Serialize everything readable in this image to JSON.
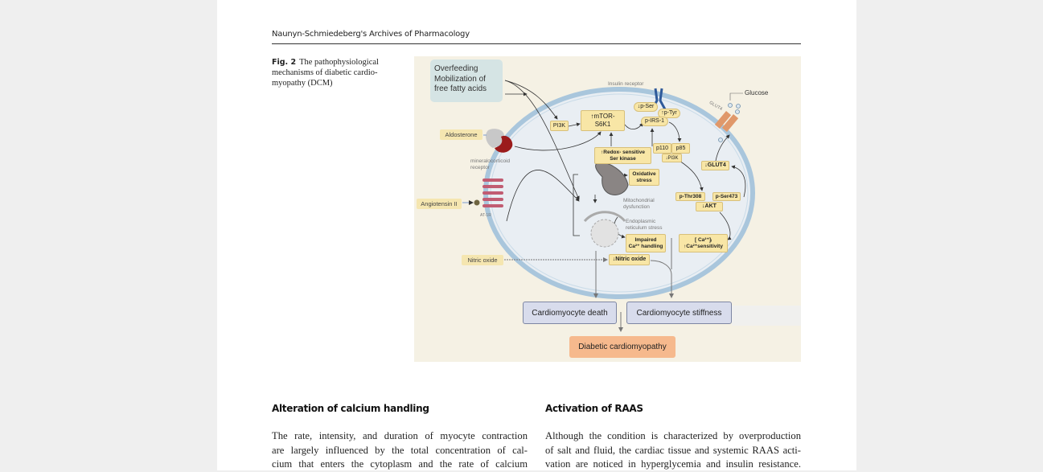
{
  "header": {
    "journal": "Naunyn-Schmiedeberg's Archives of Pharmacology"
  },
  "caption": {
    "label": "Fig. 2",
    "text": "The pathophysiological mechanisms of diabetic cardio-myopathy (DCM)"
  },
  "figure": {
    "inputs": {
      "overfeeding": "Overfeeding\nMobilization of\nfree fatty acids",
      "aldosterone": "Aldosterone",
      "angiotensin": "Angiotensin II",
      "nitric_oxide": "Nitric oxide",
      "glucose": "Glucose"
    },
    "annotations": {
      "insulin_receptor": "Insulin receptor",
      "mineralocorticoid": "mineralocorticoid\nreceptor",
      "at1r": "AT-1R",
      "glut4_label": "GLUT4",
      "mito": "Mitochondrial\ndysfunction",
      "er": "Endoplasmic\nreticulum stress"
    },
    "nodes": {
      "pi3k": "PI3K",
      "mtor": "↑mTOR-\nS6K1",
      "pser": "↓p-Ser",
      "ptyr": "↑p-Tyr",
      "pirs": "p-IRS-1",
      "redox": "↑Redox- sensitive\nSer kinase",
      "p110": "p110",
      "p85": "p85",
      "pi3k_down": "↓PI3K",
      "oxidative": "Oxidative\nstress",
      "glut4": "↓GLUT4",
      "pthr": "p-Thr308",
      "pser473": "p-Ser473",
      "akt": "↓AKT",
      "impaired": "Impaired\nCa²⁺ handling",
      "ca_sens": "[ Ca²⁺]ᵢ\n↑Ca²⁺sensitivity",
      "no_down": "↓Nitric oxide"
    },
    "outcomes": {
      "death": "Cardiomyocyte death",
      "stiffness": "Cardiomyocyte stiffness",
      "dcm": "Diabetic cardiomyopathy"
    },
    "colors": {
      "background": "#f5f1e4",
      "cell": "#e9eef3",
      "membrane": "#a9c6dc",
      "node": "#f8e6a6",
      "outcome": "#d8dcec",
      "final": "#f6b98d",
      "receptor": "#9b1b1b"
    }
  },
  "sections": [
    {
      "heading": "Alteration of calcium handling",
      "lines": [
        "The rate, intensity, and duration of myocyte contraction",
        "are largely influenced by the total concentration of cal-",
        "cium that enters the cytoplasm and the rate of calcium"
      ]
    },
    {
      "heading": "Activation of RAAS",
      "lines": [
        "Although the condition is characterized by overproduction",
        "of salt and fluid, the cardiac tissue and systemic RAAS acti-",
        "vation are noticed in hyperglycemia and insulin resistance."
      ]
    }
  ]
}
